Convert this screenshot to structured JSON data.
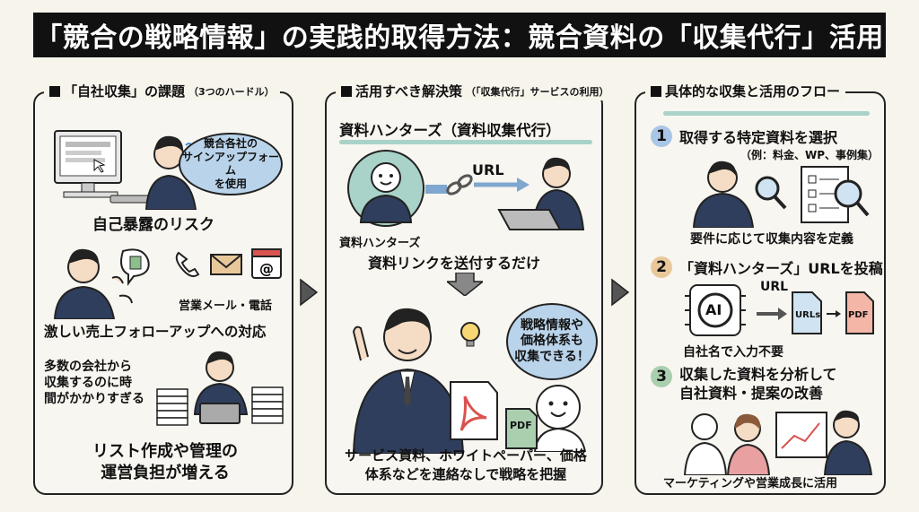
{
  "title": "「競合の戦略情報」の実践的取得方法：競合資料の「収集代行」活用",
  "panel1": {
    "heading": "「自社収集」の課題",
    "heading_note": "（3つのハードル）",
    "bubble": "競合各社の\nサインアップフォーム\nを使用",
    "risk1": "自己暴露のリスク",
    "contact_label": "営業メール・電話",
    "risk2": "激しい売上フォローアップへの対応",
    "risk3_left": "多数の会社から\n収集するのに時\n間がかかりすぎる",
    "risk3": "リスト作成や管理の\n運営負担が増える"
  },
  "panel2": {
    "heading": "活用すべき解決策",
    "heading_note": "（「収集代行」サービスの利用）",
    "service_name": "資料ハンターズ（資料収集代行）",
    "url_label": "URL",
    "person_label": "資料ハンターズ",
    "send_text": "資料リンクを送付するだけ",
    "bubble": "戦略情報や\n価格体系も\n収集できる！",
    "pdf_label": "PDF",
    "bottom_text": "サービス資料、ホワイトペーパー、価格\n体系などを連絡なしで戦略を把握"
  },
  "panel3": {
    "heading": "具体的な収集と活用のフロー",
    "steps": [
      {
        "num": "1",
        "title": "取得する特定資料を選択",
        "note": "（例：料金、WP、事例集）",
        "caption": "要件に応じて収集内容を定義",
        "color": "#a9c6e6"
      },
      {
        "num": "2",
        "title": "「資料ハンターズ」URLを投稿",
        "caption": "自社名で入力不要",
        "color": "#e8c89a"
      },
      {
        "num": "3",
        "title": "収集した資料を分析して\n自社資料・提案の改善",
        "caption": "マーケティングや営業成長に活用",
        "color": "#a9cfae"
      }
    ],
    "ai_label": "AI",
    "url_label": "URL",
    "urls_label": "URLs",
    "pdf_label": "PDF"
  },
  "colors": {
    "bubble": "#b9d3ea",
    "suit": "#2f3e5c",
    "accent_green": "#a9d2c9",
    "pdf_red": "#d9534f"
  }
}
